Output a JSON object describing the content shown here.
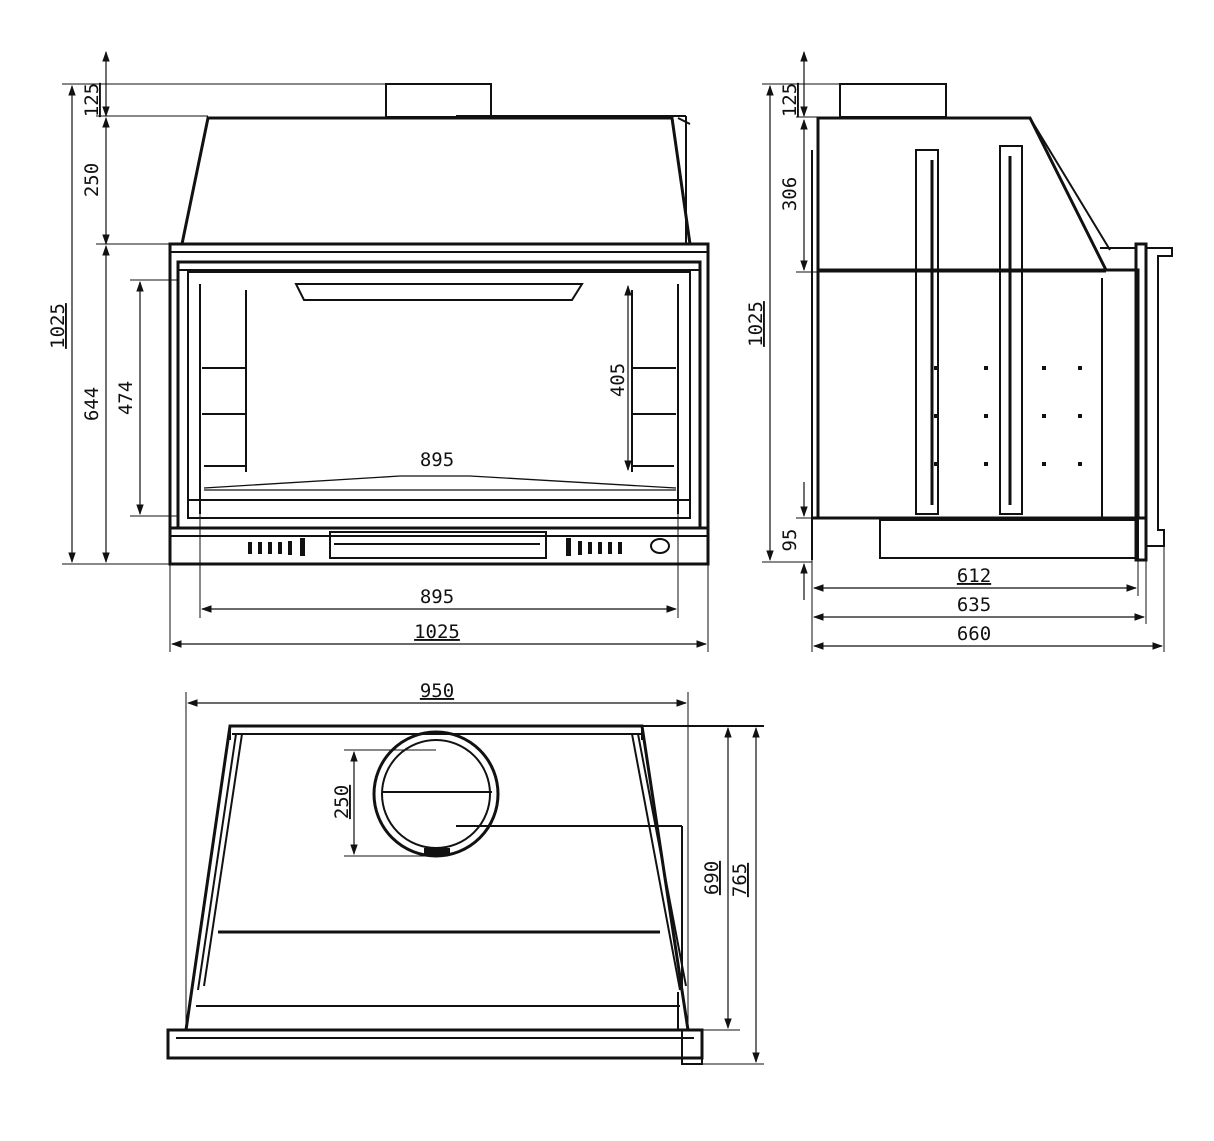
{
  "front_view": {
    "dims": {
      "chimney_height": "125",
      "hood_height": "250",
      "total_height": "1025",
      "body_height": "644",
      "opening_height": "474",
      "inner_height": "405",
      "inner_width": "895",
      "bottom_width": "895",
      "total_width": "1025"
    }
  },
  "side_view": {
    "dims": {
      "chimney_height": "125",
      "hood_height": "306",
      "total_height": "1025",
      "base_height": "95",
      "depth_a": "612",
      "depth_b": "635",
      "depth_c": "660"
    }
  },
  "top_view": {
    "dims": {
      "width": "950",
      "flue_diameter": "250",
      "depth_a": "690",
      "depth_b": "765"
    }
  }
}
